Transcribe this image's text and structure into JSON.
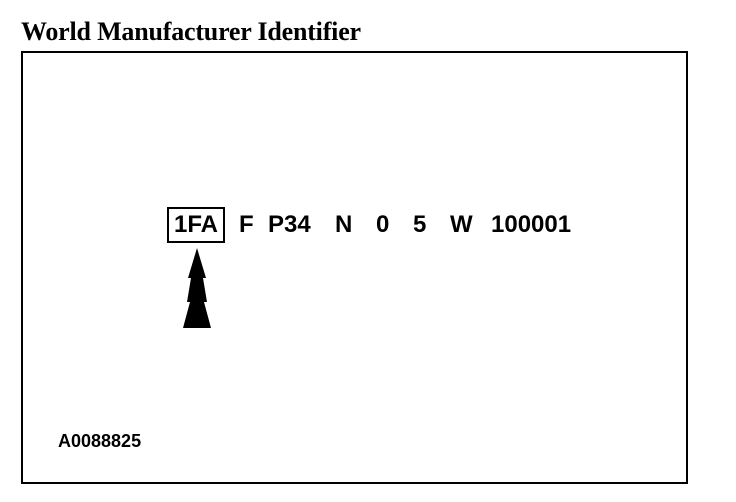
{
  "heading": "World Manufacturer Identifier",
  "vin": {
    "wmi": "1FA",
    "restraint": "F",
    "line_series_body": "P34",
    "engine": "N",
    "check_digit": "0",
    "model_year": "5",
    "assembly_plant": "W",
    "serial": "100001"
  },
  "highlighted_segment": "wmi",
  "figure_code": "A0088825"
}
